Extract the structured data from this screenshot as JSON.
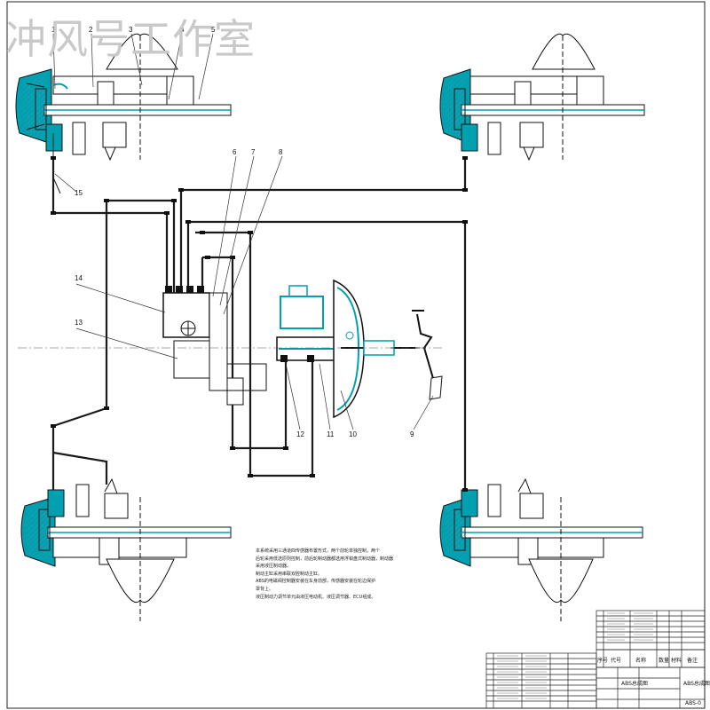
{
  "watermark": "冲风号工作室",
  "callouts": [
    "1",
    "2",
    "3",
    "4",
    "5",
    "6",
    "7",
    "8",
    "9",
    "10",
    "11",
    "12",
    "13",
    "14",
    "15"
  ],
  "notes": [
    "本系统采用三通道四传感器布置形式，两个前轮单独控制，两个",
    "后轮采用低选原则控制，前后轮制动器都选用浮钳盘式制动器，制动器",
    "采用液压制动器。",
    "制动主缸采用串联双腔制动主缸。",
    "ABS的电磁阀控制器安装在车身前部，传感器安装在轮边保护",
    "罩背上。",
    "液压制动力调节单元由液压电动机、液压调节器、ECU组成。"
  ],
  "title_block": {
    "header": [
      "序号",
      "代号",
      "名称",
      "数量",
      "材料",
      "备注"
    ],
    "drawing_name": "ABS总成图",
    "drawing_code": "ABS-0"
  },
  "colors": {
    "line": "#1a1a1a",
    "section": "#00a0b0",
    "hatch": "#3a9aaa",
    "watermark": "#c9c9c9"
  }
}
